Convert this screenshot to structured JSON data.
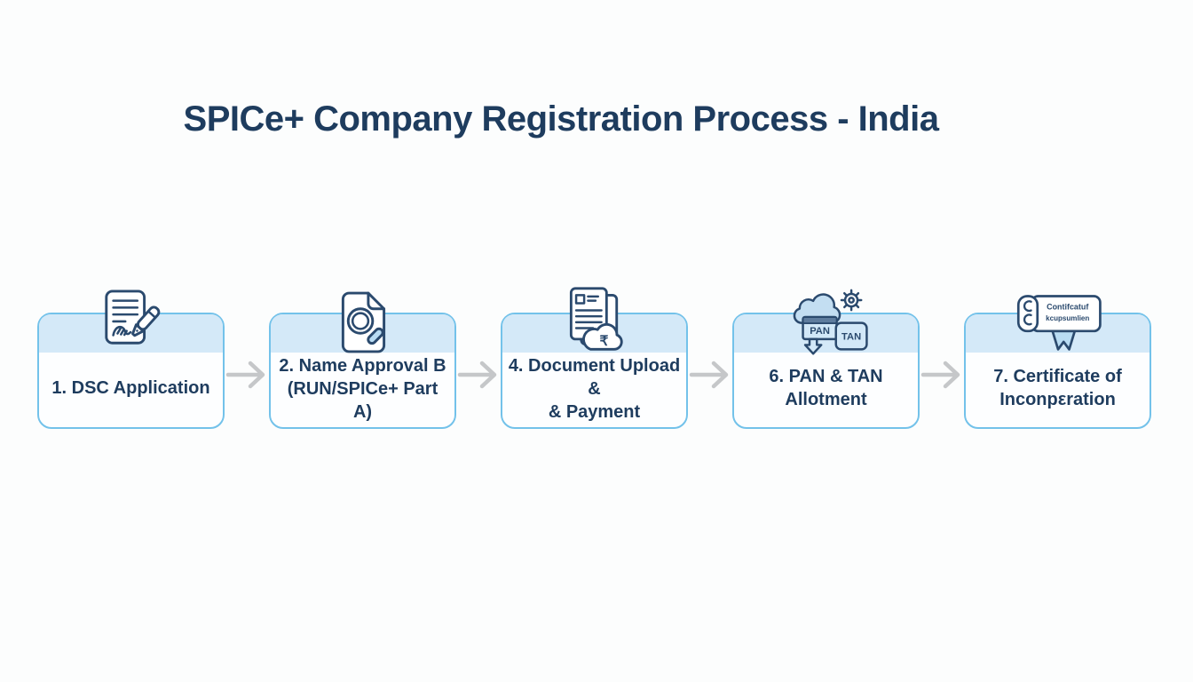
{
  "title": "SPICe+ Company Registration Process - India",
  "colors": {
    "navy_text": "#1e3c5e",
    "box_border": "#73c2ea",
    "box_band": "#d4e9f8",
    "box_body": "#fdfeff",
    "arrow_gray": "#c5c7c9",
    "icon_stroke": "#2b4a6e",
    "icon_light_blue": "#b9dcf3",
    "cloud_fill": "#c3def2",
    "card_fill": "#d2e8f8",
    "card_bar": "#5e7c9e",
    "page_bg": "#fcfdfd"
  },
  "steps": [
    {
      "label": "1. DSC Application",
      "icon": "signed-document-icon"
    },
    {
      "label": "2. Name Approval B\n(RUN/SPICe+ Part A)",
      "icon": "document-search-icon"
    },
    {
      "label": "4. Document Upload &\n& Payment",
      "icon": "document-cloud-rupee-icon"
    },
    {
      "label": "6. PAN & TAN\nAllotment",
      "icon": "pan-tan-cloud-gear-icon"
    },
    {
      "label": "7. Certificate of\nInconpεration",
      "icon": "certificate-scroll-icon"
    }
  ],
  "icon_labels": {
    "pan": "PAN",
    "tan": "TAN",
    "rupee": "₹",
    "certificate_line1": "Contifcatuf",
    "certificate_line2": "kcupsumlien"
  }
}
